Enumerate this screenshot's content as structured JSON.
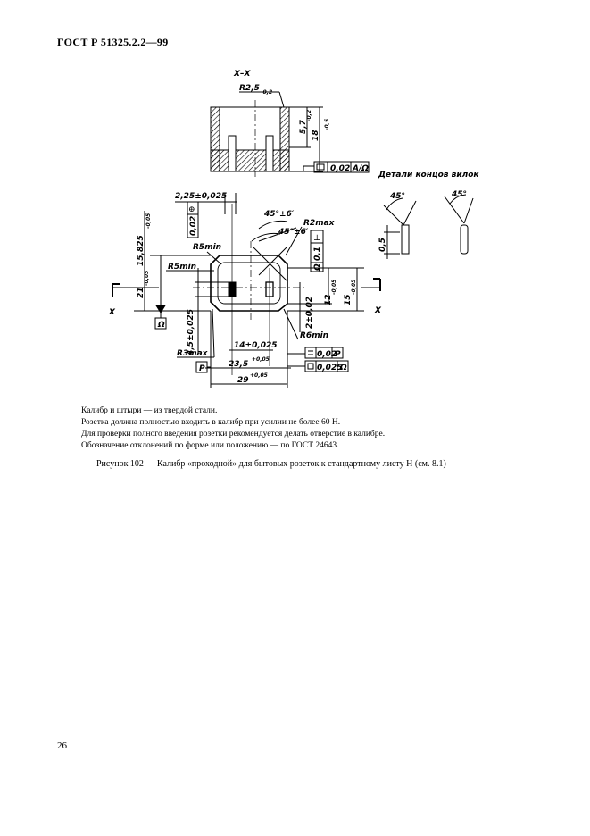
{
  "header": {
    "standard": "ГОСТ Р 51325.2.2—99"
  },
  "drawing": {
    "section_label": "X–X",
    "radius_top": "R2,5",
    "radius_top_tol": "-0,2",
    "dim_57": "5,7",
    "dim_57_tol": "-0,2",
    "dim_18": "18",
    "dim_18_tol": "-0,5",
    "flatness_value": "0,02",
    "flatness_ref": "A/Ω",
    "details_title": "Детали концов вилок",
    "angle_45": "45°",
    "dim_05": "0,5",
    "dim_225": "2,25±0,025",
    "position_tol": "0,02",
    "angle_1": "45°±6′",
    "angle_2": "45°±6′",
    "r2max": "R2max",
    "r5min": "R5min",
    "r5min_2": "R5min",
    "r3max": "R3max",
    "r6min": "R6min",
    "dim_15825": "15,825",
    "dim_15825_tol": "-0,05",
    "dim_21": "21",
    "dim_21_tol": "-0,05",
    "dim_45": "4,5±0,025",
    "dim_12": "12",
    "dim_12_tol": "-0,05",
    "dim_15": "15",
    "dim_15_tol": "-0,05",
    "dim_2": "2±0,02",
    "dim_14": "14±0,025",
    "dim_235": "23,5",
    "dim_235_tol": "+0,05",
    "dim_29": "29",
    "dim_29_tol": "+0,05",
    "perp_value": "0,1",
    "perp_ref": "Ω",
    "datum_a": "Ω",
    "datum_p": "P",
    "parallel_value": "0,02",
    "parallel_ref": "P",
    "flat2_value": "0,025",
    "flat2_ref": "Ω",
    "x_mark": "X"
  },
  "notes": [
    "Калибр и штыри —  из твердой стали.",
    "Розетка должна полностью входить в калибр при усилии не более 60 Н.",
    "Для проверки полного введения розетки рекомендуется делать отверстие в калибре.",
    "Обозначение отклонений по форме или положению —  по ГОСТ 24643."
  ],
  "caption": "Рисунок 102 —  Калибр «проходной» для бытовых розеток к стандартному листу Н (см. 8.1)",
  "page_number": "26"
}
